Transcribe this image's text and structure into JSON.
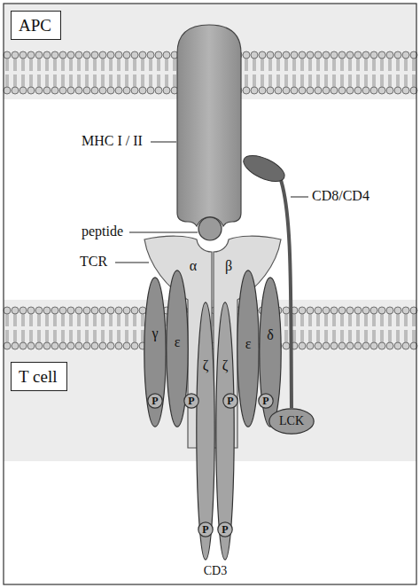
{
  "diagram": {
    "nodes": [
      {
        "text": [
          "APC"
        ]
      },
      {
        "text": [
          "T cell"
        ]
      },
      {
        "text": [
          "α"
        ]
      },
      {
        "text": [
          "β"
        ]
      },
      {
        "text": [
          "γ"
        ]
      },
      {
        "text": [
          "ε"
        ]
      },
      {
        "text": [
          "ζ"
        ]
      },
      {
        "text": [
          "ζ"
        ]
      },
      {
        "text": [
          "ε"
        ]
      },
      {
        "text": [
          "δ"
        ]
      },
      {
        "text": [
          "P"
        ]
      },
      {
        "text": [
          "P"
        ]
      },
      {
        "text": [
          "P"
        ]
      },
      {
        "text": [
          "P"
        ]
      },
      {
        "text": [
          "P"
        ]
      },
      {
        "text": [
          "P"
        ]
      },
      {
        "text": [
          "LCK"
        ]
      }
    ],
    "labels": [
      "MHC I / II",
      "peptide",
      "CD8/CD4",
      "TCR",
      "CD3"
    ]
  }
}
